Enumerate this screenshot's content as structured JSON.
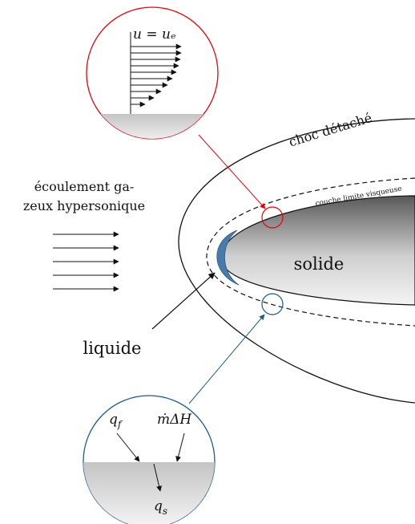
{
  "labels": {
    "shock": "choc détaché",
    "flow_line1": "écoulement ga-",
    "flow_line2": "zeux hypersonique",
    "boundary_layer": "couche limite visqueuse",
    "solid": "solide",
    "liquid": "liquide"
  },
  "top_inset": {
    "equation": "u = uₑ"
  },
  "bottom_inset": {
    "qf": "q_f",
    "mdh": "ṁΔH",
    "qs": "q_s"
  },
  "colors": {
    "top_callout": "#e8000b",
    "bottom_callout": "#1f5a8a",
    "liquid_film": "#4a7aa8",
    "solid_dark": "#555555",
    "solid_light": "#f2f2f2"
  }
}
